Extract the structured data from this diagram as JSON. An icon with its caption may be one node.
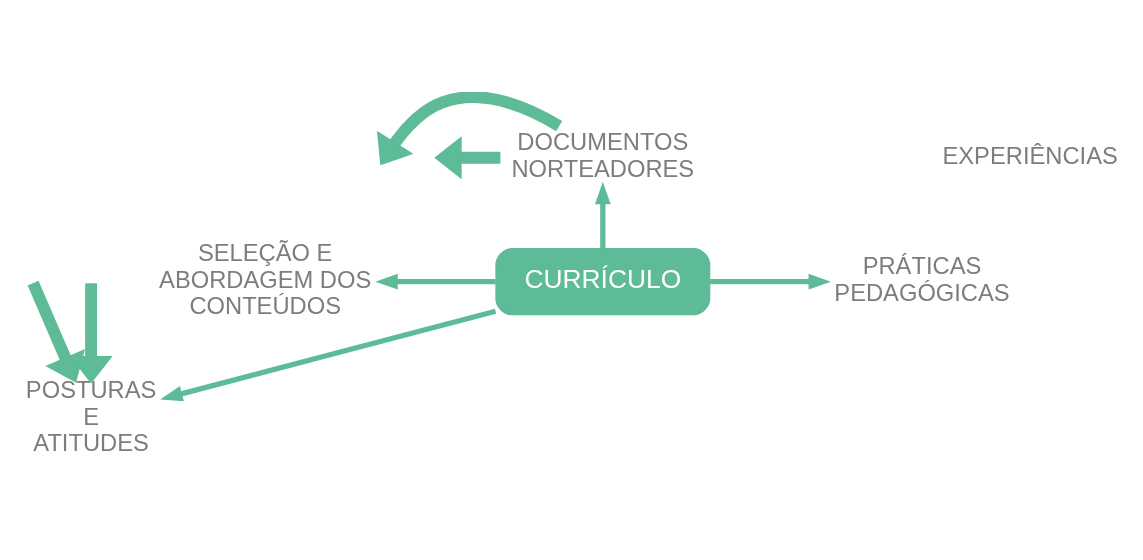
{
  "diagram": {
    "nodes": [
      {
        "text": [
          "CURRÍCULO"
        ]
      },
      {
        "text": [
          "DOCUMENTOS NORTEADORES"
        ]
      },
      {
        "text": [
          "EXPERIÊNCIAS"
        ]
      },
      {
        "text": [
          "SELEÇÃO E ABORDAGEM DOS CONTEÚDOS"
        ]
      },
      {
        "text": [
          "PRÁTICAS PEDAGÓGICAS"
        ]
      },
      {
        "text": [
          "POSTURAS E ATITUDES"
        ]
      }
    ],
    "edges": [
      {
        "from": 1,
        "to": null,
        "arrow": "to",
        "style": "thick"
      },
      {
        "from": 1,
        "to": null,
        "arrow": "to",
        "style": "thick"
      },
      {
        "from": 0,
        "to": 1,
        "arrow": "to"
      },
      {
        "from": 0,
        "to": 3,
        "arrow": "to"
      },
      {
        "from": 0,
        "to": 4,
        "arrow": "to"
      },
      {
        "from": 0,
        "to": 5,
        "arrow": "to"
      },
      {
        "from": null,
        "to": 5,
        "arrow": "to",
        "style": "thick"
      },
      {
        "from": null,
        "to": 5,
        "arrow": "to",
        "style": "thick"
      }
    ]
  }
}
